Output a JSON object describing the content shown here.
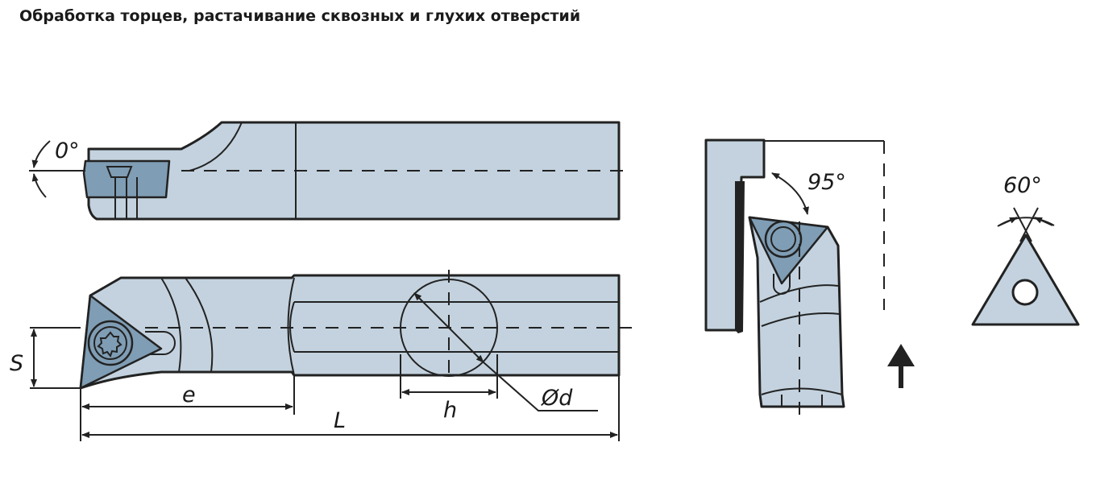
{
  "title": "Обработка торцев, растачивание сквозных и глухих отверстий",
  "labels": {
    "angle_top": "0°",
    "dim_s": "S",
    "dim_e": "e",
    "dim_l": "L",
    "dim_h": "h",
    "dim_d": "Ød",
    "angle_approach": "95°",
    "angle_insert": "60°"
  },
  "colors": {
    "body": "#c3d2de",
    "insert": "#7f9db4",
    "stroke": "#222222"
  }
}
